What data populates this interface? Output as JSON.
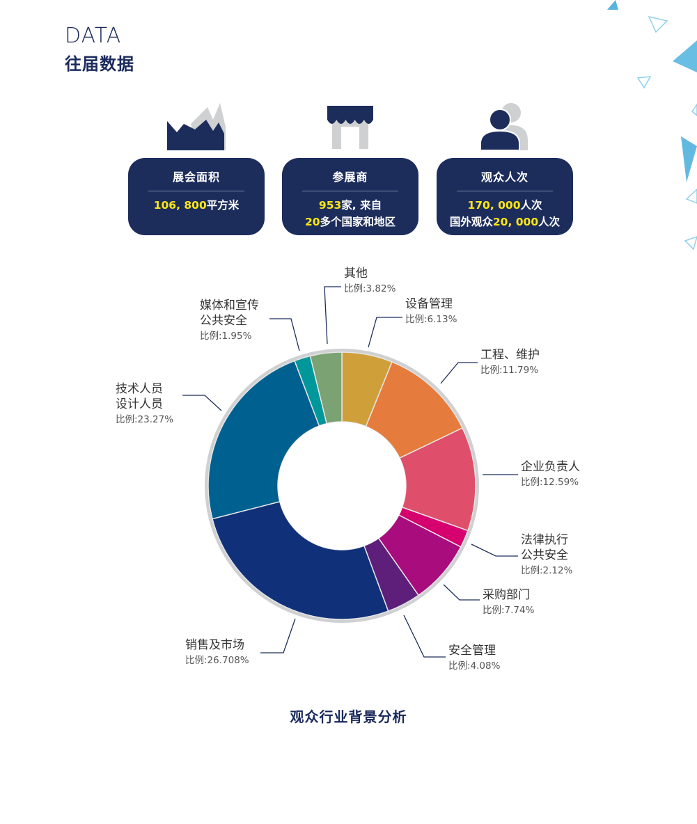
{
  "header": {
    "title_en": "DATA",
    "title_cn": "往届数据"
  },
  "stats": [
    {
      "icon": "mountain-icon",
      "label": "展会面积",
      "lines": [
        [
          {
            "t": "106, 800",
            "hl": true
          },
          {
            "t": "平方米",
            "hl": false
          }
        ]
      ]
    },
    {
      "icon": "storefront-icon",
      "label": "参展商",
      "lines": [
        [
          {
            "t": "953",
            "hl": true
          },
          {
            "t": "家, 来自",
            "hl": false
          }
        ],
        [
          {
            "t": "20",
            "hl": true
          },
          {
            "t": "多个国家和地区",
            "hl": false
          }
        ]
      ]
    },
    {
      "icon": "people-icon",
      "label": "观众人次",
      "lines": [
        [
          {
            "t": "170, 000",
            "hl": true
          },
          {
            "t": "人次",
            "hl": false
          }
        ],
        [
          {
            "t": "国外观众",
            "hl": false
          },
          {
            "t": "20, 000",
            "hl": true
          },
          {
            "t": "人次",
            "hl": false
          }
        ]
      ]
    }
  ],
  "colors": {
    "navy": "#1c2d5c",
    "highlight": "#ffe615",
    "ring": "#cfd0d2",
    "decoration": "#3ba7d8"
  },
  "chart_data": {
    "type": "donut",
    "title": "观众行业背景分析",
    "value_prefix": "比例:",
    "slices": [
      {
        "label": [
          "设备管理"
        ],
        "value": 6.13,
        "display": "6.13%",
        "color": "#cf9f3a"
      },
      {
        "label": [
          "工程、维护"
        ],
        "value": 11.79,
        "display": "11.79%",
        "color": "#e57b3c"
      },
      {
        "label": [
          "企业负责人"
        ],
        "value": 12.59,
        "display": "12.59%",
        "color": "#df4e6a"
      },
      {
        "label": [
          "法律执行",
          "公共安全"
        ],
        "value": 2.12,
        "display": "2.12%",
        "color": "#d6006f"
      },
      {
        "label": [
          "采购部门"
        ],
        "value": 7.74,
        "display": "7.74%",
        "color": "#a90c7d"
      },
      {
        "label": [
          "安全管理"
        ],
        "value": 4.08,
        "display": "4.08%",
        "color": "#5e1f7b"
      },
      {
        "label": [
          "销售及市场"
        ],
        "value": 26.708,
        "display": "26.708%",
        "color": "#10317a"
      },
      {
        "label": [
          "技术人员",
          "设计人员"
        ],
        "value": 23.27,
        "display": "23.27%",
        "color": "#006190"
      },
      {
        "label": [
          "媒体和宣传",
          "公共安全"
        ],
        "value": 1.95,
        "display": "1.95%",
        "color": "#00979b"
      },
      {
        "label": [
          "其他"
        ],
        "value": 3.82,
        "display": "3.82%",
        "color": "#7ba273"
      }
    ]
  }
}
